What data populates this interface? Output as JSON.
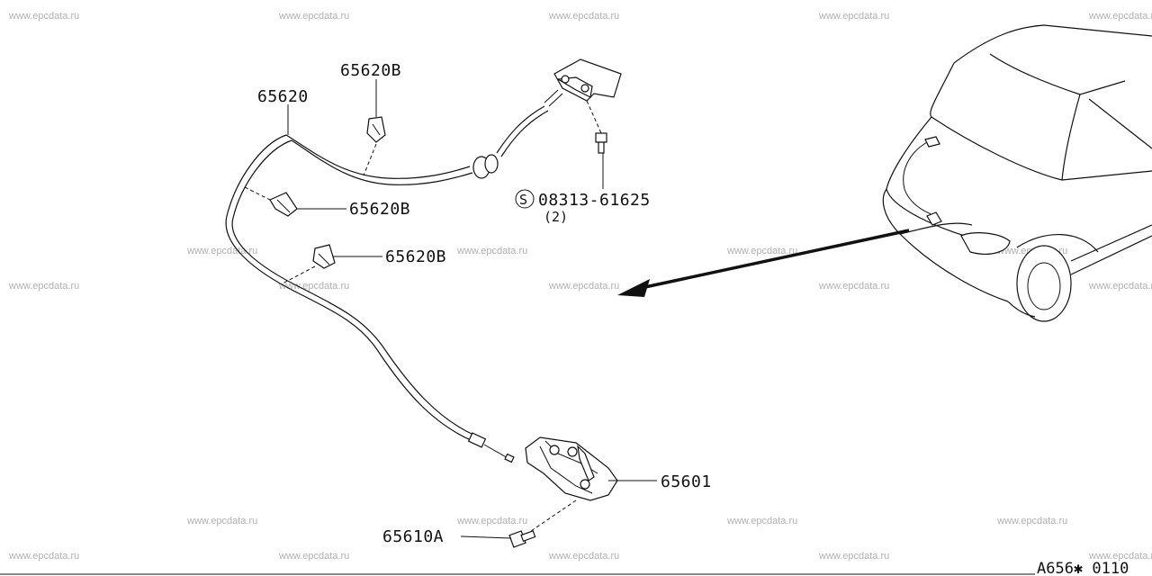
{
  "watermark": "www.epcdata.ru",
  "callouts": {
    "cable": "65620",
    "clip_top": "65620B",
    "clip_mid": "65620B",
    "clip_low": "65620B",
    "bolt_code": "08313-61625",
    "bolt_qty": "(2)",
    "bolt_prefix": "S",
    "lock": "65601",
    "lock_bolt": "65610A"
  },
  "diagram_code": "A656✱ 0110",
  "colors": {
    "ink": "#111111",
    "watermark": "#b0b0b0",
    "background": "#ffffff"
  }
}
